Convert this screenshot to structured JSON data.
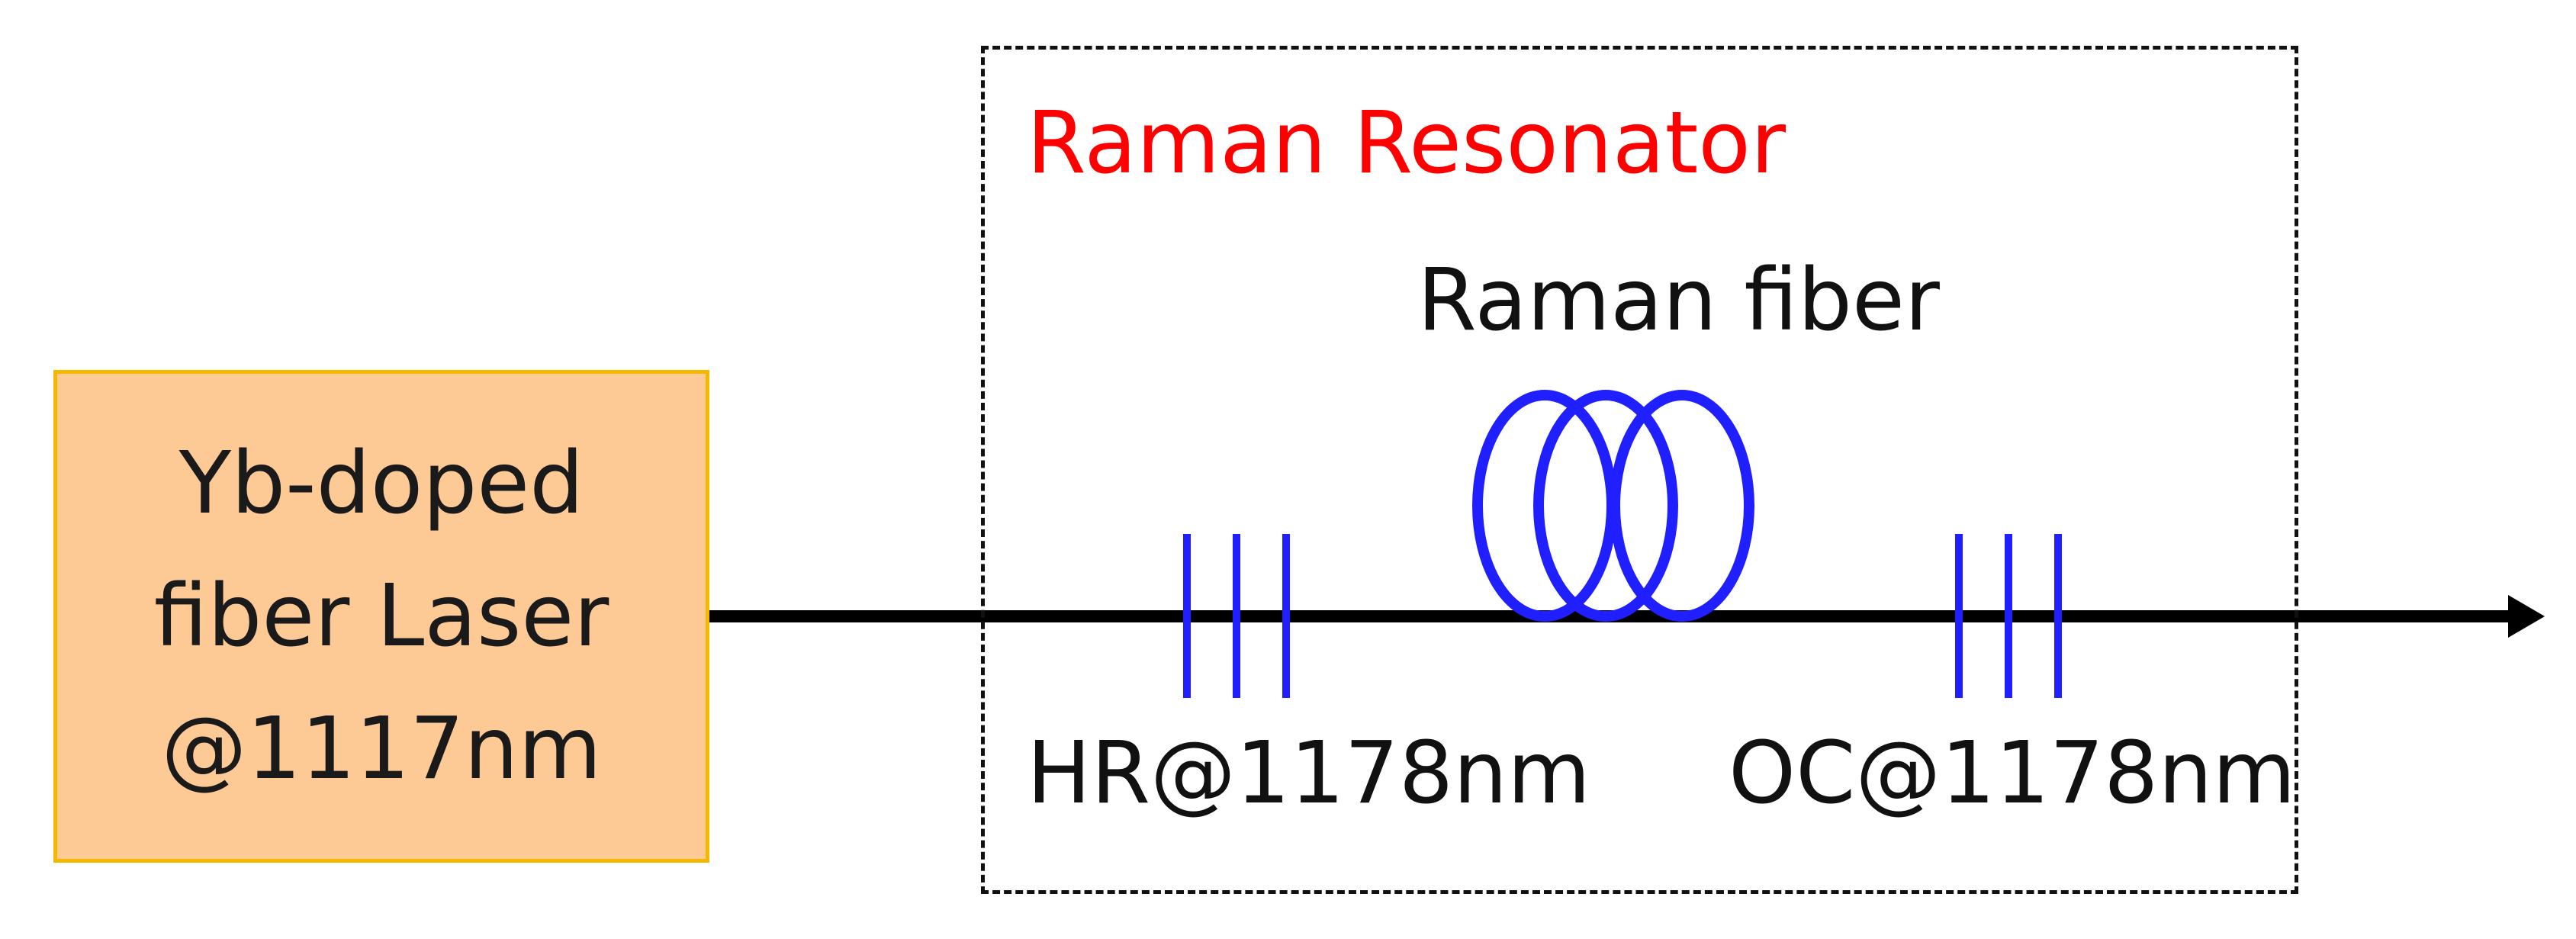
{
  "laser": {
    "line1": "Yb-doped",
    "line2": "fiber Laser",
    "line3": "@1117nm"
  },
  "resonator": {
    "title": "Raman Resonator",
    "fiber_label": "Raman fiber",
    "hr_label": "HR@1178nm",
    "oc_label": "OC@1178nm"
  },
  "colors": {
    "laser_fill": "#fdc995",
    "laser_border": "#f5b800",
    "title_text": "#ff0000",
    "grating_and_fiber": "#1f1fff",
    "beam": "#000000"
  }
}
